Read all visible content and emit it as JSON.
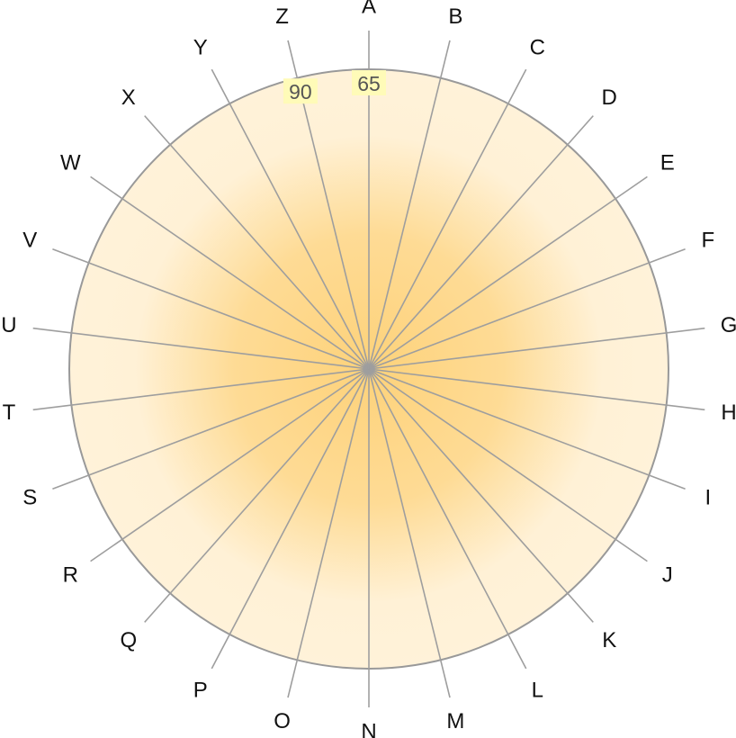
{
  "wheel": {
    "labels": [
      "A",
      "B",
      "C",
      "D",
      "E",
      "F",
      "G",
      "H",
      "I",
      "J",
      "K",
      "L",
      "M",
      "N",
      "O",
      "P",
      "Q",
      "R",
      "S",
      "T",
      "U",
      "V",
      "W",
      "X",
      "Y",
      "Z"
    ],
    "annotations": [
      {
        "spoke": "A",
        "value": "65"
      },
      {
        "spoke": "Z",
        "value": "90"
      }
    ]
  },
  "colors": {
    "disc_center": "#fdd27a",
    "disc_edge": "#fff1d6",
    "disc_border": "#999999",
    "spoke": "#9e9e9e",
    "annotation_bg": "#fffbb8",
    "text": "#111111",
    "annotation_text": "#555555"
  }
}
